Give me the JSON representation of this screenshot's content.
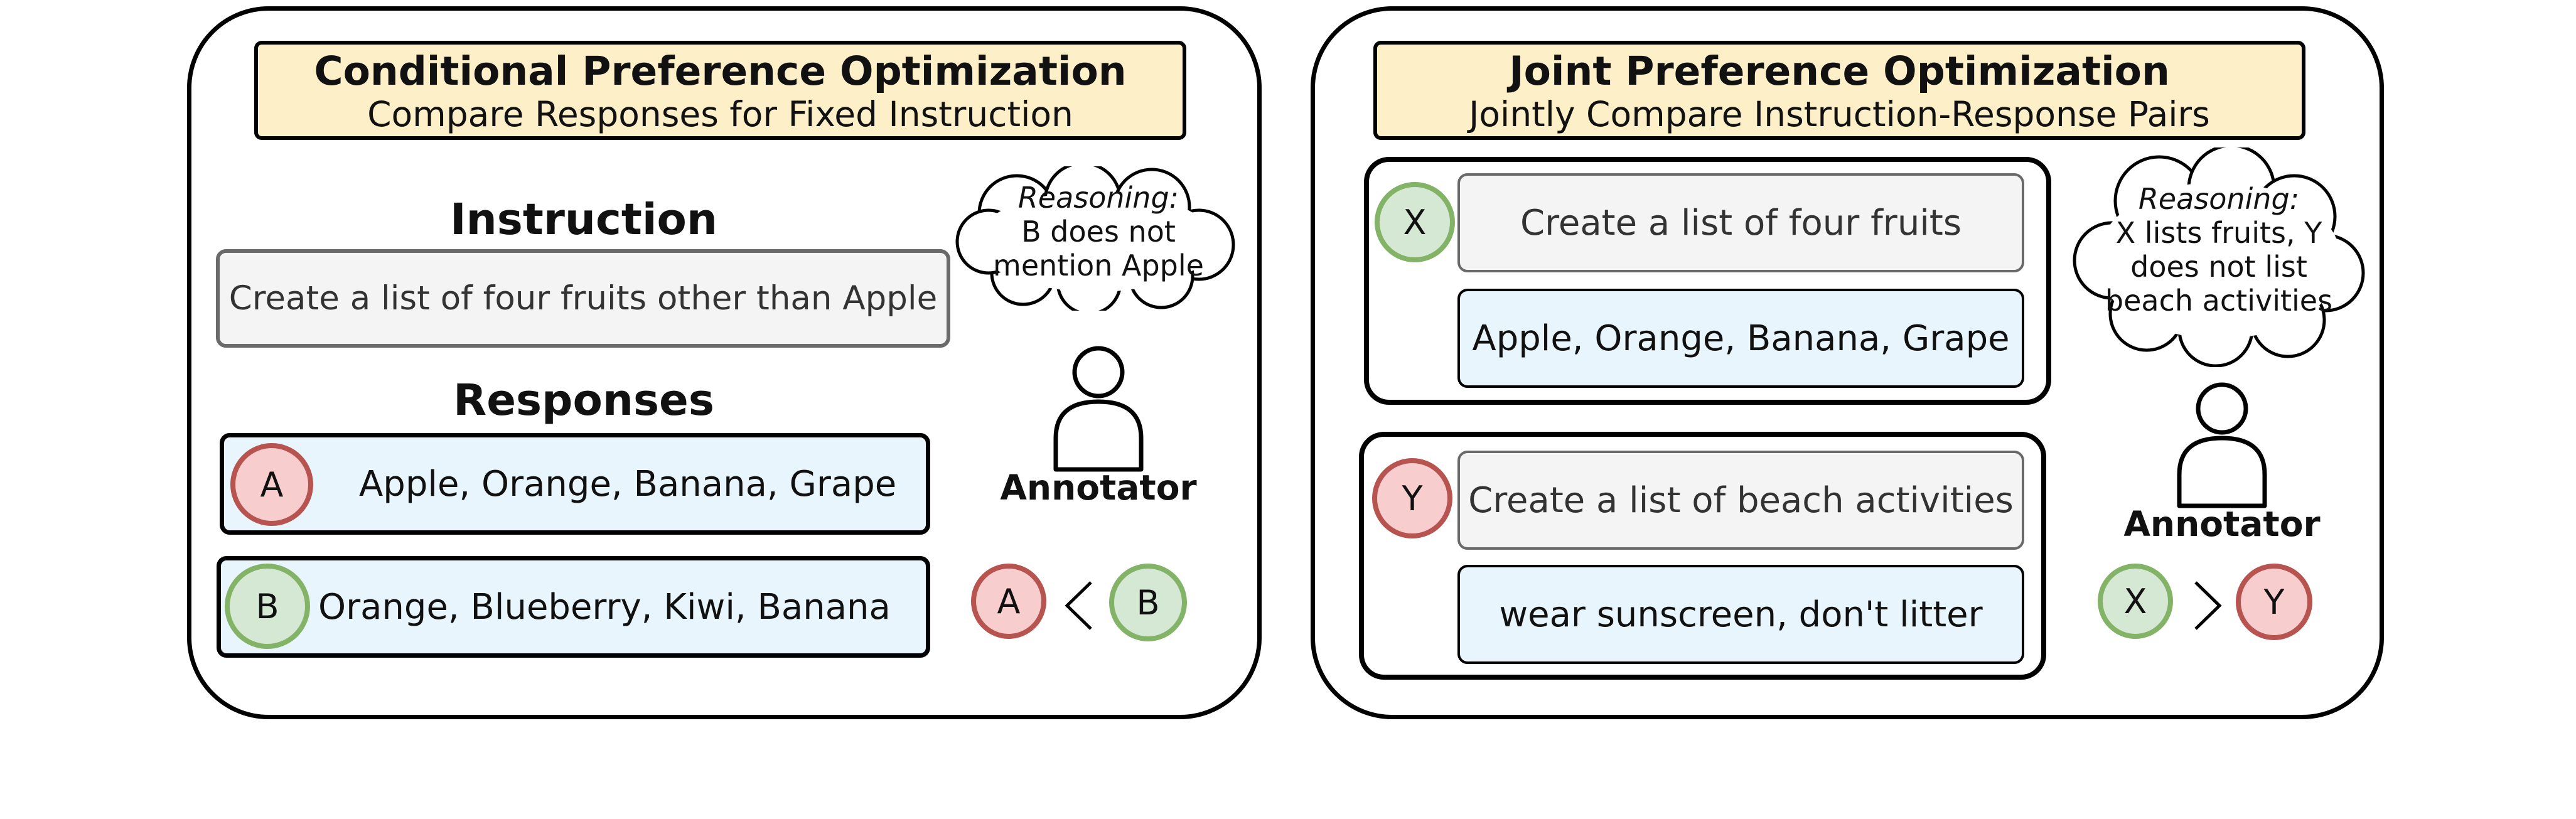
{
  "left_panel": {
    "title": "Conditional Preference Optimization",
    "subtitle": "Compare Responses for Fixed Instruction",
    "instruction_heading": "Instruction",
    "instruction_text": "Create a list of four fruits other than Apple",
    "responses_heading": "Responses",
    "responses": [
      {
        "badge": "A",
        "text": "Apple, Orange, Banana, Grape",
        "badge_color": "#f7cdcd"
      },
      {
        "badge": "B",
        "text": "Orange, Blueberry, Kiwi, Banana",
        "badge_color": "#d5e8d4"
      }
    ],
    "reasoning": {
      "label": "Reasoning:",
      "text": "B does not mention Apple"
    },
    "annotator_label": "Annotator",
    "comparison": {
      "left": "A",
      "symbol": "<",
      "right": "B"
    }
  },
  "right_panel": {
    "title": "Joint Preference Optimization",
    "subtitle": "Jointly Compare Instruction-Response Pairs",
    "pairs": [
      {
        "badge": "X",
        "instruction": "Create a list of four fruits",
        "response": "Apple, Orange, Banana, Grape",
        "badge_color": "#d5e8d4"
      },
      {
        "badge": "Y",
        "instruction": "Create a list of beach activities",
        "response": "wear sunscreen, don't litter",
        "badge_color": "#f7cdcd"
      }
    ],
    "reasoning": {
      "label": "Reasoning:",
      "text": "X lists fruits, Y does not list beach activities"
    },
    "annotator_label": "Annotator",
    "comparison": {
      "left": "X",
      "symbol": ">",
      "right": "Y"
    }
  },
  "colors": {
    "title_fill": "#fdefc8",
    "instruction_fill": "#f4f4f4",
    "response_fill": "#e8f5fc",
    "badge_red_fill": "#f7cdcd",
    "badge_red_border": "#b85450",
    "badge_green_fill": "#d5e8d4",
    "badge_green_border": "#82b366"
  },
  "icons": [
    "thought-cloud-icon",
    "person-icon",
    "less-than-icon",
    "greater-than-icon"
  ]
}
